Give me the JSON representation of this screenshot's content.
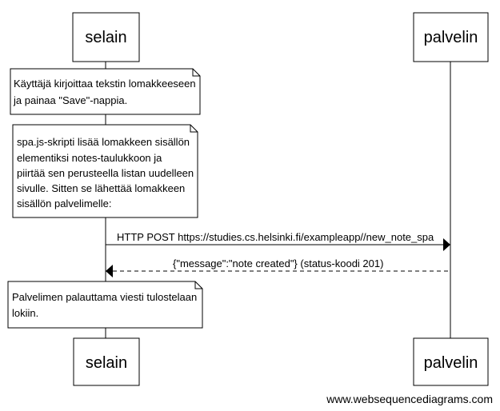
{
  "participants": {
    "left": "selain",
    "right": "palvelin"
  },
  "notes": [
    {
      "lines": [
        "Käyttäjä kirjoittaa tekstin lomakkeeseen",
        "ja painaa \"Save\"-nappia."
      ]
    },
    {
      "lines": [
        "spa.js-skripti lisää lomakkeen sisällön",
        "elementiksi notes-taulukkoon ja",
        "piirtää sen perusteella listan uudelleen",
        "sivulle. Sitten se lähettää lomakkeen",
        "sisällön palvelimelle:"
      ]
    },
    {
      "lines": [
        "Palvelimen palauttama viesti tulostelaan",
        "lokiin."
      ]
    }
  ],
  "messages": {
    "request": "HTTP POST https://studies.cs.helsinki.fi/exampleapp//new_note_spa",
    "response": "{\"message\":\"note created\"} (status-koodi 201)"
  },
  "watermark": "www.websequencediagrams.com"
}
